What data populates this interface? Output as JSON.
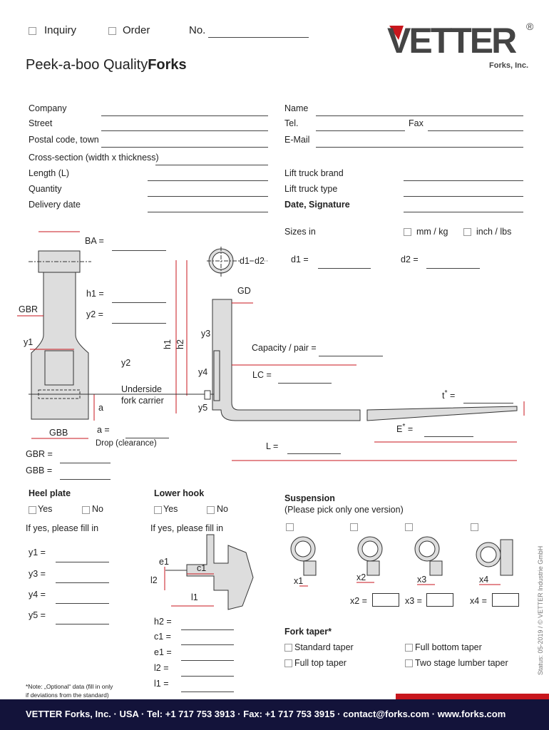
{
  "header": {
    "inquiry": "Inquiry",
    "order": "Order",
    "no": "No.",
    "title_light": "Peek-a-boo Quality",
    "title_bold": "Forks"
  },
  "logo": {
    "brand": "VETTER",
    "reg": "®",
    "sub": "Forks, Inc.",
    "accent": "#c8161d"
  },
  "form": {
    "company": "Company",
    "street": "Street",
    "postal": "Postal code, town",
    "name": "Name",
    "tel": "Tel.",
    "fax": "Fax",
    "email": "E-Mail",
    "cross": "Cross-section (width x thickness)",
    "length": "Length (L)",
    "quantity": "Quantity",
    "delivery": "Delivery date",
    "brand": "Lift truck brand",
    "type": "Lift truck type",
    "date_sig": "Date, Signature"
  },
  "sizes": {
    "label": "Sizes in",
    "mm": "mm / kg",
    "inch": "inch / lbs"
  },
  "diagram": {
    "ba": "BA =",
    "d1eq": "d1 =",
    "d2eq": "d2 =",
    "h1eq": "h1 =",
    "y2eq": "y2 =",
    "gbr": "GBR",
    "y1": "y1",
    "y2": "y2",
    "underside": "Underside",
    "fork_carrier": "fork carrier",
    "a": "a",
    "aeq": "a =",
    "drop": "Drop (clearance)",
    "gbb": "GBB",
    "d1": "d1",
    "d2": "d2",
    "gd": "GD",
    "h1": "h1",
    "h2": "h2",
    "y3": "y3",
    "y4": "y4",
    "y5": "y5",
    "capacity": "Capacity / pair =",
    "lc": "LC =",
    "t": "t",
    "star": "*",
    "teq": " =",
    "e": "E",
    "eeq": " =",
    "l": "L =",
    "gbreq": "GBR =",
    "gbbeq": "GBB ="
  },
  "heel": {
    "title": "Heel plate",
    "yes": "Yes",
    "no": "No",
    "fill": "If yes, please fill in",
    "fields": [
      "y1 =",
      "y3 =",
      "y4 =",
      "y5 ="
    ]
  },
  "hook": {
    "title": "Lower hook",
    "yes": "Yes",
    "no": "No",
    "fill": "If yes, please fill in",
    "e1": "e1",
    "c1": "c1",
    "l2": "l2",
    "l1": "l1",
    "fields": [
      "h2 =",
      "c1 =",
      "e1 =",
      "l2 =",
      "l1 ="
    ]
  },
  "suspension": {
    "title": "Suspension",
    "hint": "(Please pick only one version)",
    "x1": "x1",
    "x2": "x2",
    "x3": "x3",
    "x4": "x4",
    "x2eq": "x2 =",
    "x3eq": "x3 =",
    "x4eq": "x4 ="
  },
  "taper": {
    "title": "Fork taper*",
    "standard": "Standard taper",
    "full_top": "Full top taper",
    "full_bottom": "Full bottom taper",
    "two_stage": "Two stage lumber taper"
  },
  "status": "Status: 05-2019 / © VETTER Industrie GmbH",
  "note": [
    "*Note: „Optional“ data (fill in only",
    "if deviations from the standard)"
  ],
  "footer": {
    "text": "VETTER Forks, Inc. · USA · Tel: +1 717 753 3913 · Fax: +1 717 753 3915 · contact@forks.com · www.forks.com",
    "bg": "#13133a"
  }
}
